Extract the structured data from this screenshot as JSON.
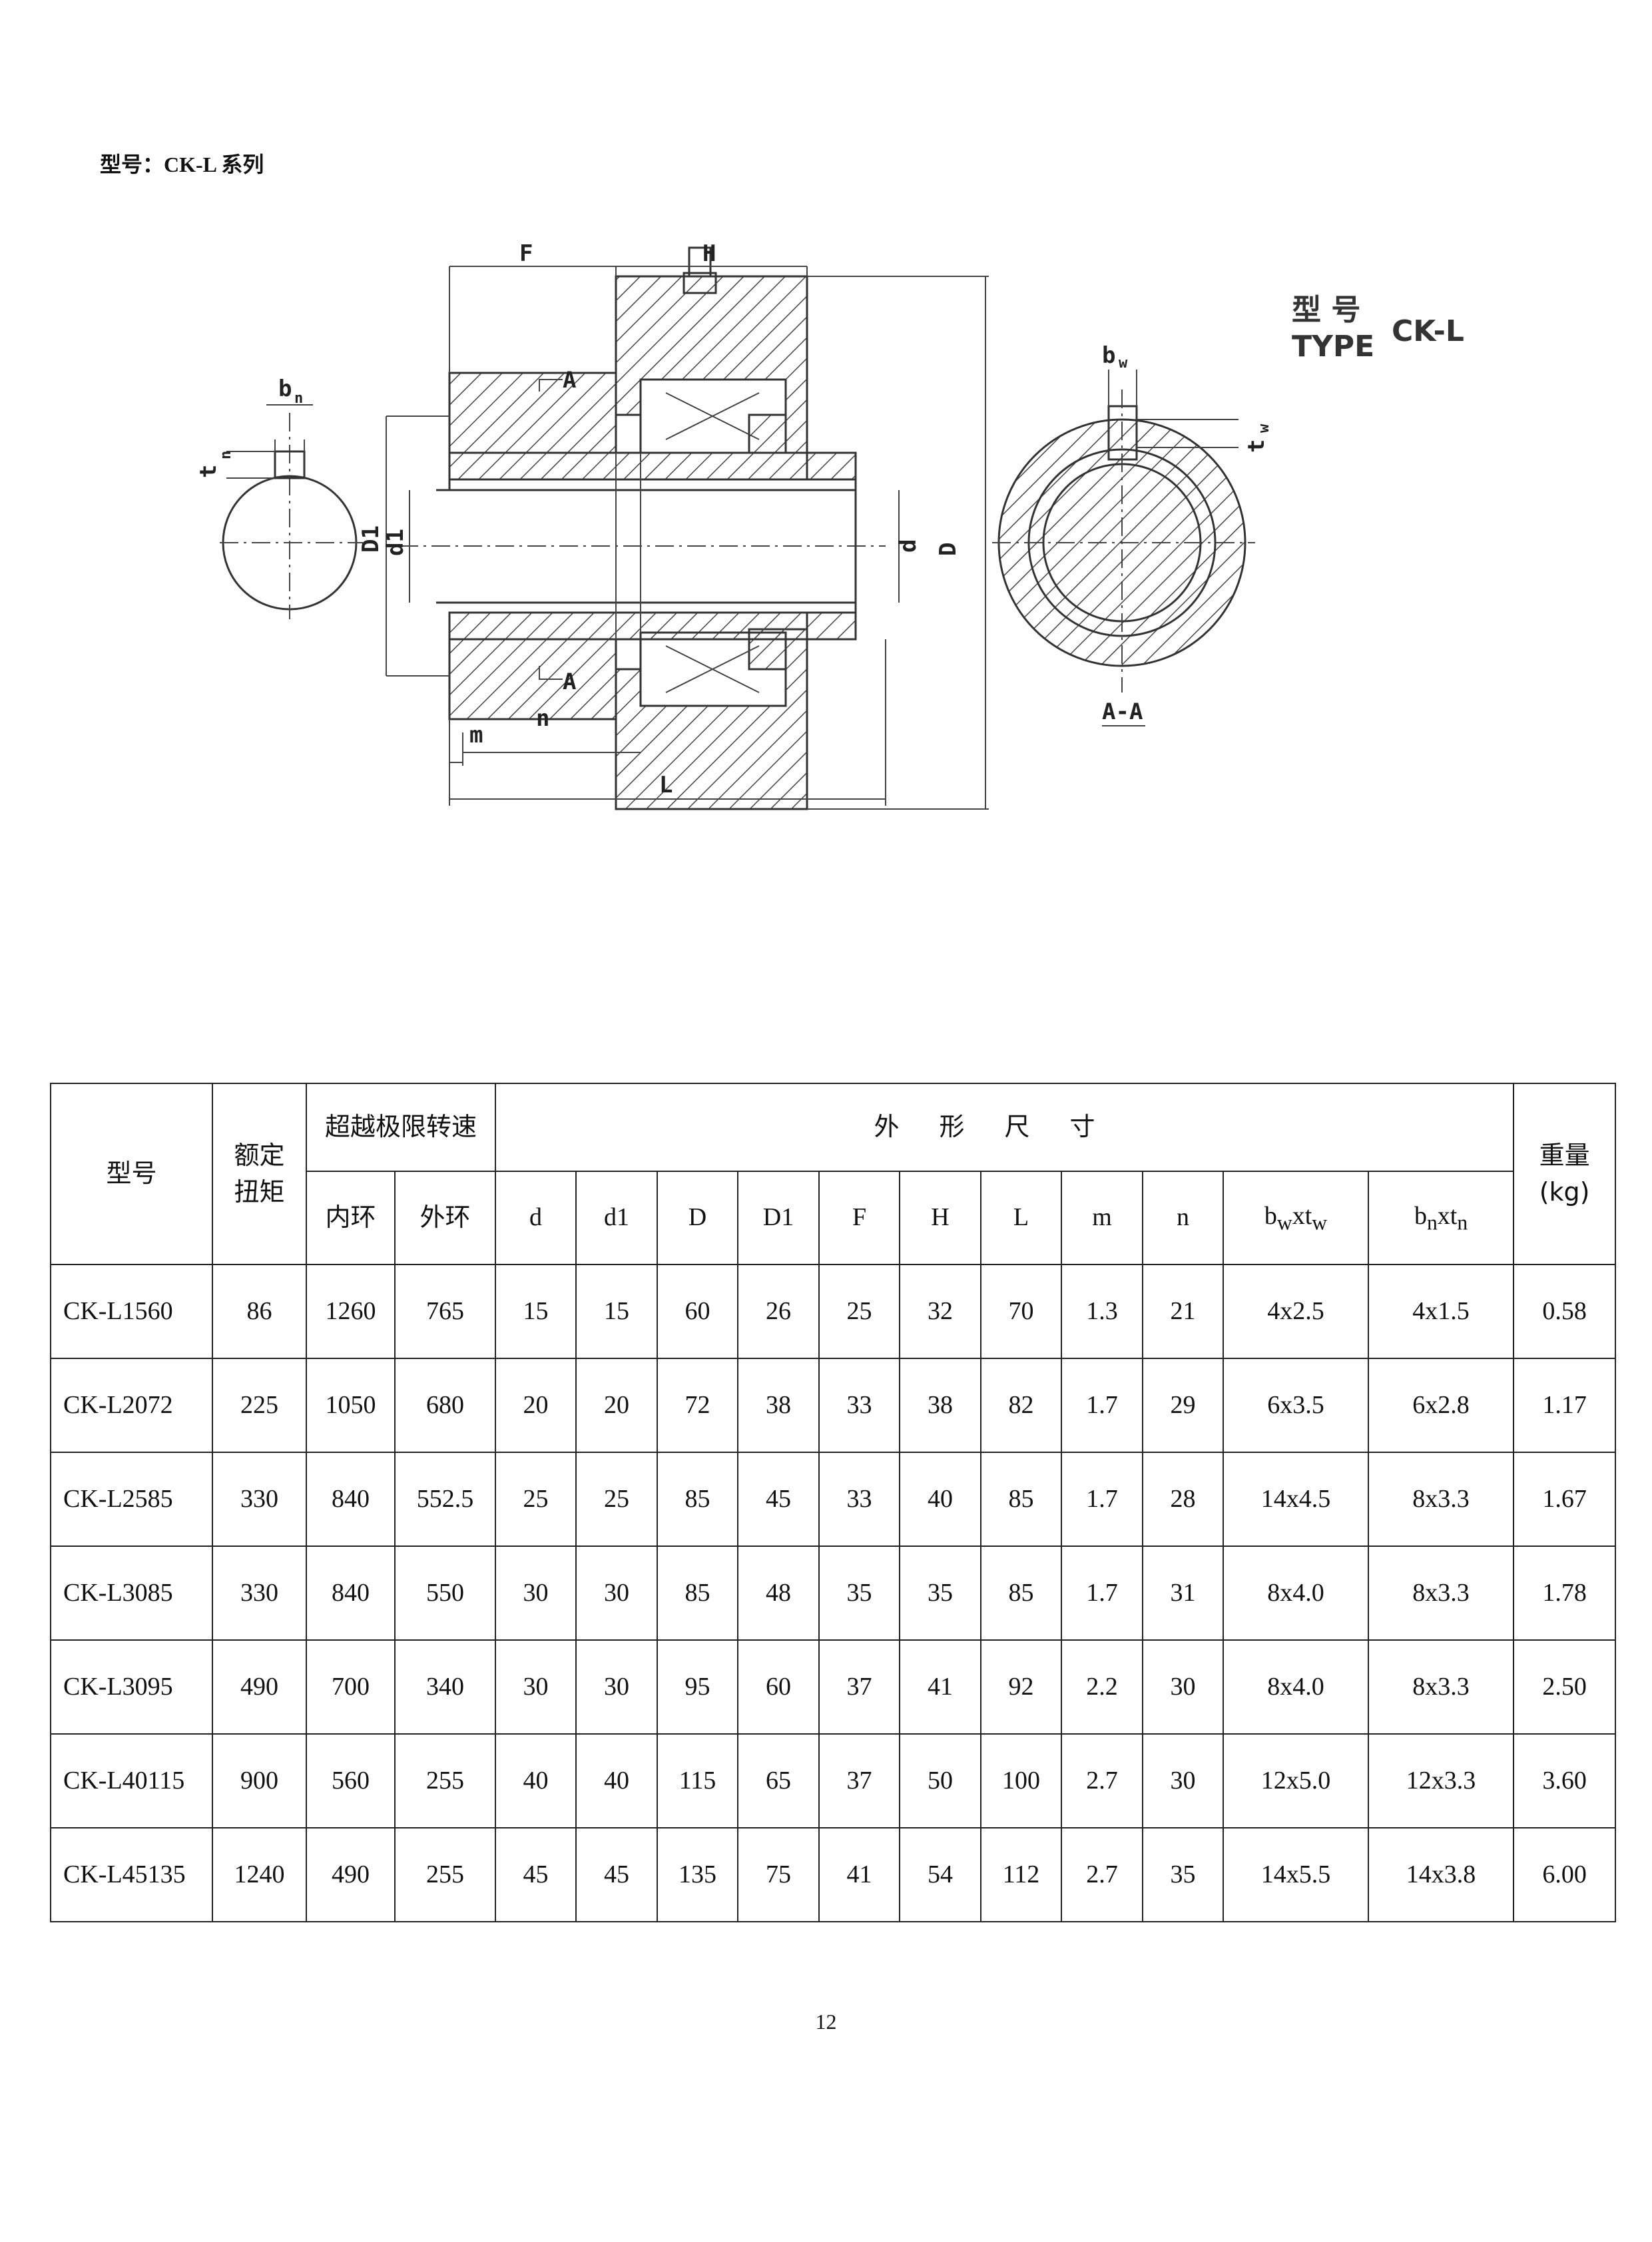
{
  "page": {
    "title": "型号：CK-L 系列",
    "page_number": "12"
  },
  "drawing": {
    "type_label_cn": "型 号",
    "type_label_en": "TYPE",
    "type_model": "CK-L",
    "section_label": "A-A",
    "dims": {
      "F": "F",
      "H": "H",
      "L": "L",
      "D": "D",
      "d": "d",
      "D1": "D1",
      "d1": "d1",
      "m": "m",
      "n": "n",
      "A_top": "A",
      "A_bottom": "A",
      "bn": "b",
      "bn_sub": "n",
      "tn": "t",
      "tn_sub": "n",
      "bw": "b",
      "bw_sub": "w",
      "tw": "t",
      "tw_sub": "w"
    }
  },
  "table": {
    "header": {
      "model": "型号",
      "torque": "额定扭矩",
      "overrun": "超越极限转速",
      "inner_ring": "内环",
      "outer_ring": "外环",
      "dimensions": "外形尺寸",
      "weight": "重量(kg)",
      "columns": [
        "d",
        "d1",
        "D",
        "D1",
        "F",
        "H",
        "L",
        "m",
        "n"
      ],
      "bw_b": "b",
      "bw_w": "w",
      "bw_x": "xt",
      "bw_t": "w",
      "bn_b": "b",
      "bn_n": "n",
      "bn_x": "xt",
      "bn_t": "n"
    },
    "rows": [
      [
        "CK-L1560",
        "86",
        "1260",
        "765",
        "15",
        "15",
        "60",
        "26",
        "25",
        "32",
        "70",
        "1.3",
        "21",
        "4x2.5",
        "4x1.5",
        "0.58"
      ],
      [
        "CK-L2072",
        "225",
        "1050",
        "680",
        "20",
        "20",
        "72",
        "38",
        "33",
        "38",
        "82",
        "1.7",
        "29",
        "6x3.5",
        "6x2.8",
        "1.17"
      ],
      [
        "CK-L2585",
        "330",
        "840",
        "552.5",
        "25",
        "25",
        "85",
        "45",
        "33",
        "40",
        "85",
        "1.7",
        "28",
        "14x4.5",
        "8x3.3",
        "1.67"
      ],
      [
        "CK-L3085",
        "330",
        "840",
        "550",
        "30",
        "30",
        "85",
        "48",
        "35",
        "35",
        "85",
        "1.7",
        "31",
        "8x4.0",
        "8x3.3",
        "1.78"
      ],
      [
        "CK-L3095",
        "490",
        "700",
        "340",
        "30",
        "30",
        "95",
        "60",
        "37",
        "41",
        "92",
        "2.2",
        "30",
        "8x4.0",
        "8x3.3",
        "2.50"
      ],
      [
        "CK-L40115",
        "900",
        "560",
        "255",
        "40",
        "40",
        "115",
        "65",
        "37",
        "50",
        "100",
        "2.7",
        "30",
        "12x5.0",
        "12x3.3",
        "3.60"
      ],
      [
        "CK-L45135",
        "1240",
        "490",
        "255",
        "45",
        "45",
        "135",
        "75",
        "41",
        "54",
        "112",
        "2.7",
        "35",
        "14x5.5",
        "14x3.8",
        "6.00"
      ]
    ]
  }
}
